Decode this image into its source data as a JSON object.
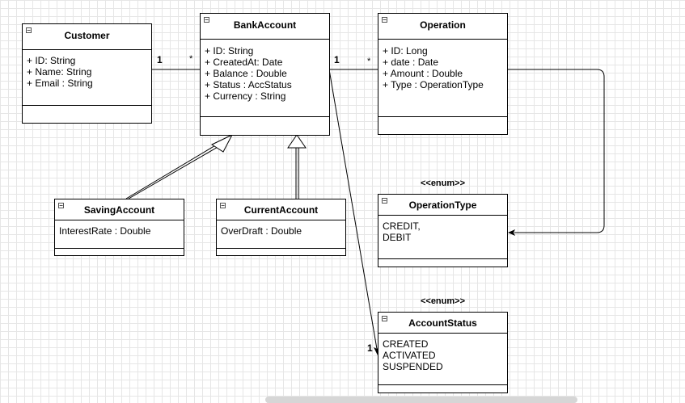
{
  "classes": {
    "customer": {
      "name": "Customer",
      "attributes": [
        "+ ID: String",
        "+ Name: String",
        "+ Email : String"
      ]
    },
    "bank_account": {
      "name": "BankAccount",
      "attributes": [
        "+ ID: String",
        "+ CreatedAt: Date",
        "+ Balance : Double",
        "+ Status : AccStatus",
        "+ Currency : String"
      ]
    },
    "operation": {
      "name": "Operation",
      "attributes": [
        "+ ID: Long",
        "+ date : Date",
        "+ Amount  : Double",
        "+ Type : OperationType"
      ]
    },
    "saving_account": {
      "name": "SavingAccount",
      "attributes": [
        "InterestRate : Double"
      ]
    },
    "current_account": {
      "name": "CurrentAccount",
      "attributes": [
        "OverDraft : Double"
      ]
    },
    "operation_type": {
      "stereotype": "<<enum>>",
      "name": "OperationType",
      "attributes": [
        "CREDIT,",
        "DEBIT"
      ]
    },
    "account_status": {
      "stereotype": "<<enum>>",
      "name": "AccountStatus",
      "attributes": [
        "CREATED",
        "ACTIVATED",
        "SUSPENDED"
      ]
    }
  },
  "multiplicities": {
    "customer_side": "1",
    "bank_account_side": "*",
    "bank_account_to_op": "1",
    "operation_side": "*",
    "account_status_side": "1"
  },
  "icons": {
    "collapse": "collapse-toggle-icon"
  }
}
